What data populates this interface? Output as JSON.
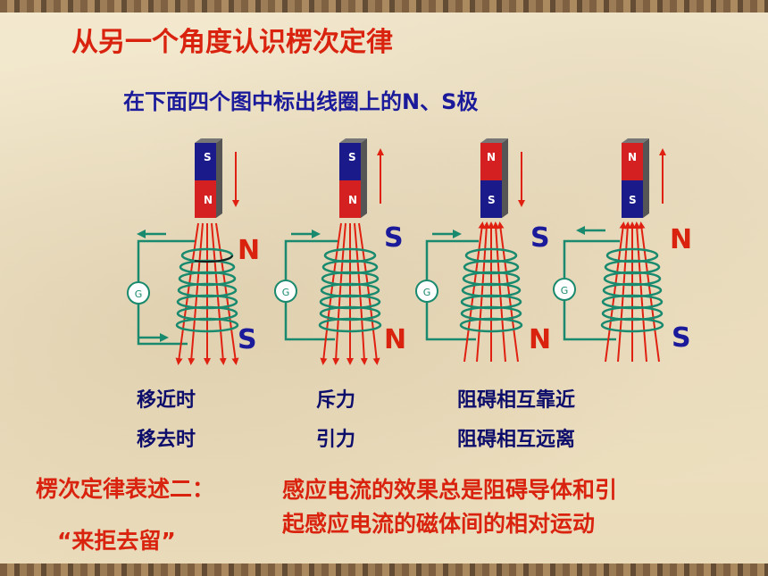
{
  "title": "从另一个角度认识楞次定律",
  "subtitle": "在下面四个图中标出线圈上的N、S极",
  "panels": [
    {
      "magnet_top": "S",
      "magnet_bottom": "N",
      "motion": "down",
      "coil_top": "N",
      "coil_bottom": "S",
      "meter": "G"
    },
    {
      "magnet_top": "S",
      "magnet_bottom": "N",
      "motion": "up",
      "coil_top": "S",
      "coil_bottom": "N",
      "meter": "G"
    },
    {
      "magnet_top": "N",
      "magnet_bottom": "S",
      "motion": "down",
      "coil_top": "S",
      "coil_bottom": "N",
      "meter": "G"
    },
    {
      "magnet_top": "N",
      "magnet_bottom": "S",
      "motion": "up",
      "coil_top": "N",
      "coil_bottom": "S",
      "meter": "G"
    }
  ],
  "labels": {
    "col1": [
      "移近时",
      "移去时"
    ],
    "col2": [
      "斥力",
      "引力"
    ],
    "col3": [
      "阻碍相互靠近",
      "阻碍相互远离"
    ]
  },
  "law": {
    "title": "楞次定律表述二：",
    "quote": "“来拒去留”",
    "body_line1": "感应电流的效果总是阻碍导体和引",
    "body_line2": "起感应电流的磁体间的相对运动"
  },
  "colors": {
    "title": "#d9230f",
    "subtitle": "#1a1a9a",
    "labels": "#0d0d6b",
    "coil": "#1a8a6e",
    "field_lines": "#e02010",
    "magnet_red": "#d42020",
    "magnet_blue": "#1a1a8a"
  }
}
